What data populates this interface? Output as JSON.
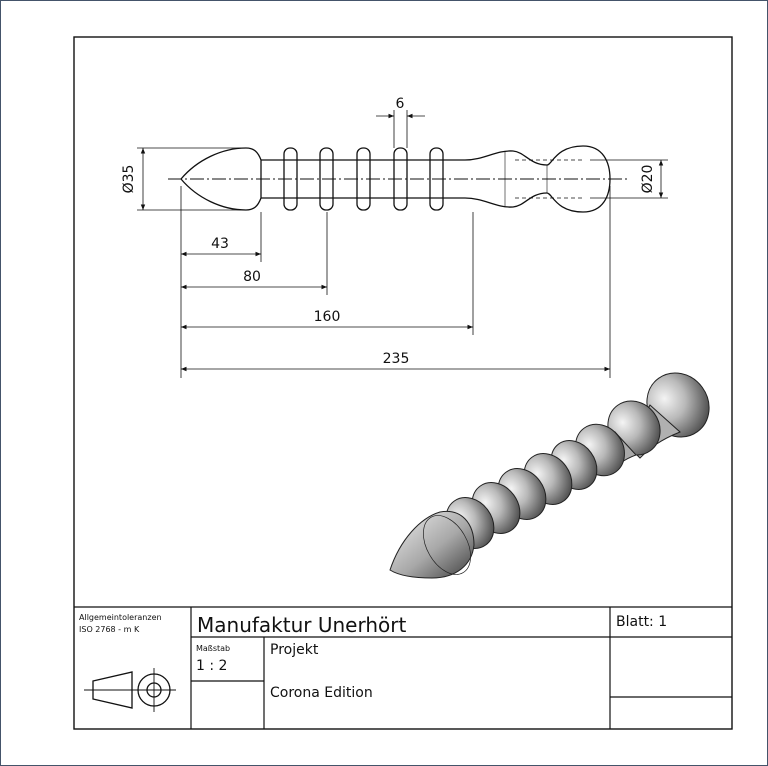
{
  "dimensions": {
    "groove_width": "6",
    "head_diameter": "Ø35",
    "end_diameter": "Ø20",
    "len_43": "43",
    "len_80": "80",
    "len_160": "160",
    "len_235": "235"
  },
  "title_block": {
    "tolerance_line1": "Allgemeintoleranzen",
    "tolerance_line2": "ISO 2768 - m K",
    "company": "Manufaktur Unerhört",
    "sheet": "Blatt: 1",
    "scale_label": "Maßstab",
    "scale_value": "1 : 2",
    "project_label": "Projekt",
    "edition": "Corona Edition"
  },
  "colors": {
    "line": "#111111",
    "frame_outer": "#44546a",
    "render_dark": "#4a4a4a",
    "render_light": "#f4f4f4"
  },
  "icons": {
    "projection_symbol": "first-angle-projection-icon"
  }
}
